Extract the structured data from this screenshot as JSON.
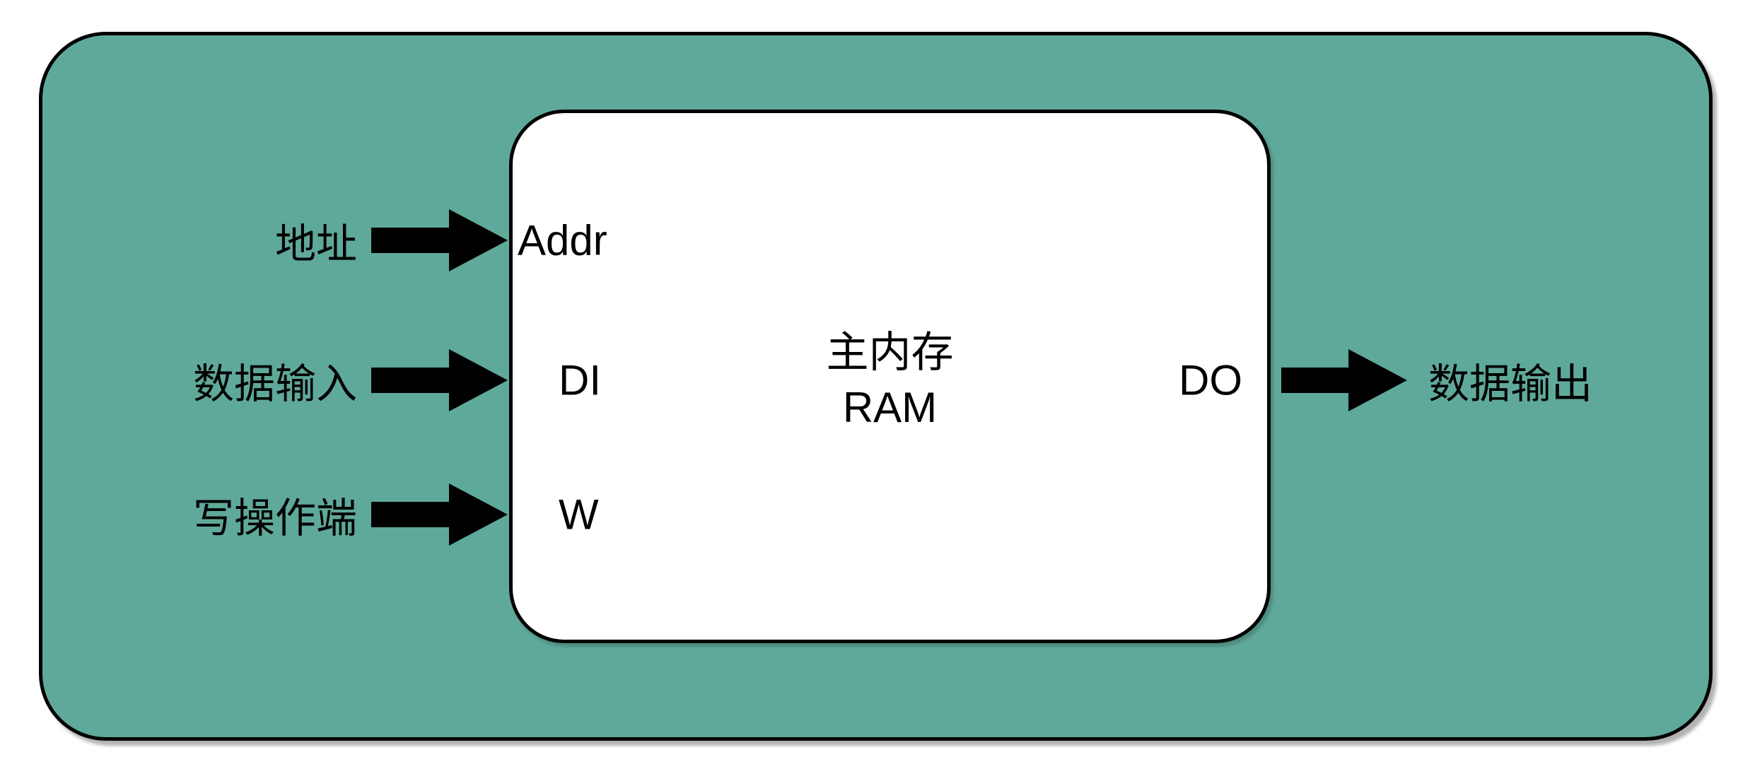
{
  "diagram": {
    "block": {
      "title_line1": "主内存",
      "title_line2": "RAM"
    },
    "inputs": [
      {
        "label": "地址",
        "port": "Addr"
      },
      {
        "label": "数据输入",
        "port": "DI"
      },
      {
        "label": "写操作端",
        "port": "W"
      }
    ],
    "output": {
      "port": "DO",
      "label": "数据输出"
    },
    "colors": {
      "background": "#5fa99a",
      "block_fill": "#ffffff",
      "line": "#000000",
      "arrow": "#000000"
    }
  }
}
